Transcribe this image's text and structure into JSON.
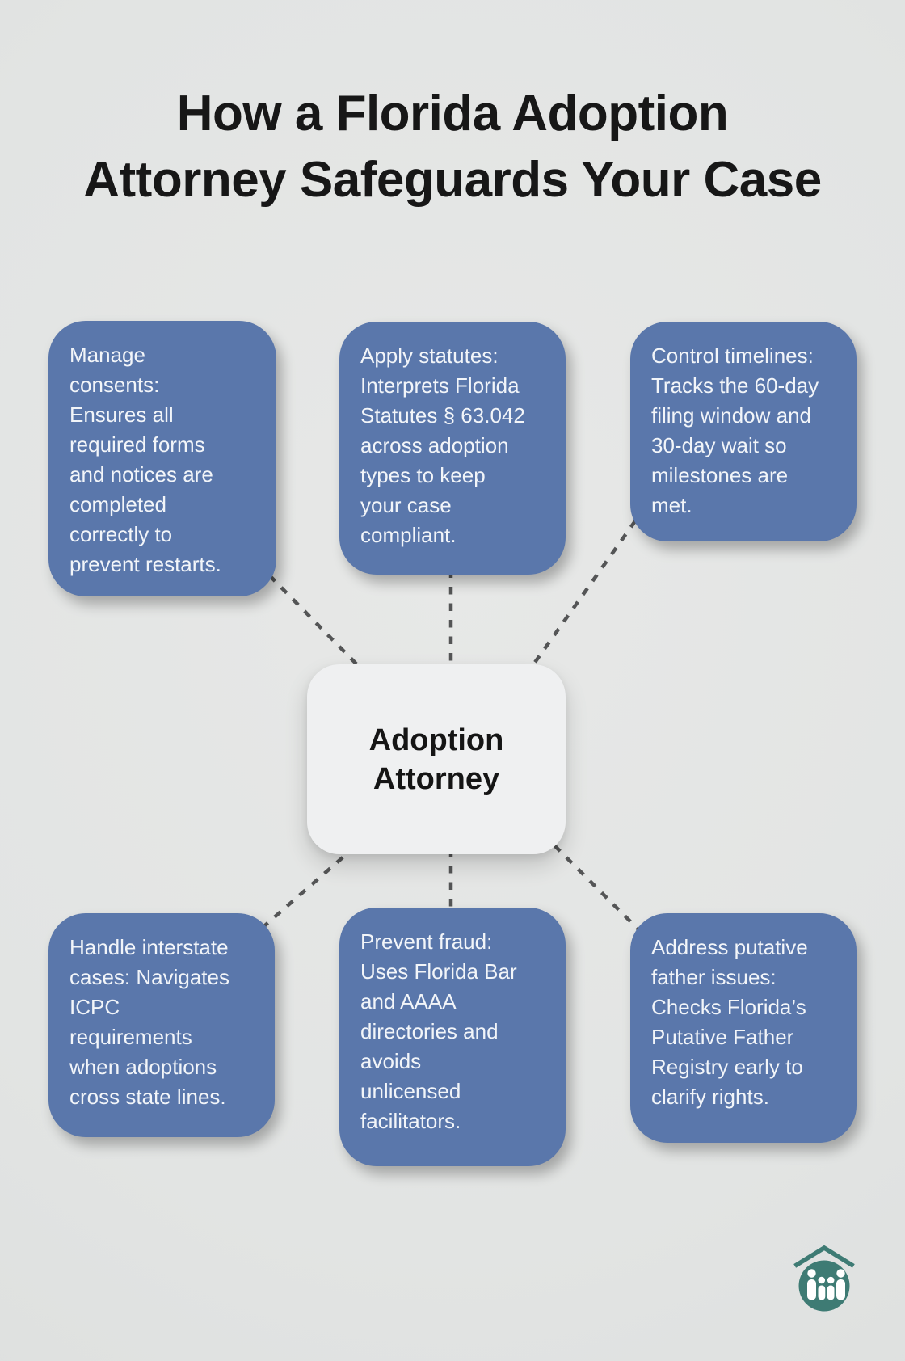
{
  "title_lines": [
    "How a Florida Adoption",
    "Attorney Safeguards Your Case"
  ],
  "center": {
    "label_lines": [
      "Adoption",
      "Attorney"
    ]
  },
  "nodes": [
    {
      "id": "manage-consents",
      "lines": [
        "Manage",
        "consents:",
        "Ensures all",
        "required forms",
        "and notices are",
        "completed",
        "correctly to",
        "prevent restarts."
      ]
    },
    {
      "id": "apply-statutes",
      "lines": [
        "Apply statutes:",
        "Interprets Florida",
        "Statutes § 63.042",
        "across adoption",
        "types to keep",
        "your case",
        "compliant."
      ]
    },
    {
      "id": "control-timelines",
      "lines": [
        "Control timelines:",
        "Tracks the 60-day",
        "filing window and",
        "30-day wait so",
        "milestones are",
        "met."
      ]
    },
    {
      "id": "handle-interstate-cases",
      "lines": [
        "Handle interstate",
        "cases: Navigates",
        "ICPC",
        "requirements",
        "when adoptions",
        "cross state lines."
      ]
    },
    {
      "id": "prevent-fraud",
      "lines": [
        "Prevent fraud:",
        "Uses Florida Bar",
        "and AAAA",
        "directories and",
        "avoids",
        "unlicensed",
        "facilitators."
      ]
    },
    {
      "id": "address-putative-father",
      "lines": [
        "Address putative",
        "father issues:",
        "Checks Florida’s",
        "Putative Father",
        "Registry early to",
        "clarify rights."
      ]
    }
  ],
  "colors": {
    "accent-blue": "#5A77AB",
    "node-text": "#F2F5F9",
    "center-bg": "#EFF0F1",
    "title-color": "#171717",
    "connector": "#545556",
    "logo-teal": "#3E7B74",
    "bg-mid": "#E2E4E3"
  }
}
